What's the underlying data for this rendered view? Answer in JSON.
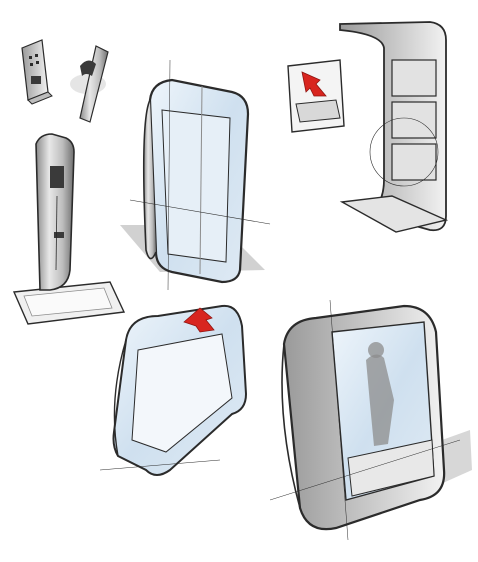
{
  "sketch": {
    "colors": {
      "paper": "#ffffff",
      "line": "#2b2b2b",
      "shade": "#8c8c8c",
      "shadow": "#bdbdbd",
      "glass": "#cfe0ef",
      "glass_highlight": "#eef5fb",
      "accent_arrow": "#d8251f",
      "screen": "#3a3a3a"
    },
    "items": [
      {
        "name": "handset-unit",
        "icon": "handset-icon"
      },
      {
        "name": "handshower-unit",
        "icon": "shower-head-icon"
      },
      {
        "name": "freestanding-glass-cabin",
        "icon": "cabin-icon"
      },
      {
        "name": "wall-shelf-detail",
        "icon": "arrow-icon"
      },
      {
        "name": "curved-shelf-column",
        "icon": "shelf-icon"
      },
      {
        "name": "tower-shower-with-tray",
        "icon": "tower-icon"
      },
      {
        "name": "curved-enclosure-with-arrow",
        "icon": "enclosure-icon"
      },
      {
        "name": "occupied-shower-cabin",
        "icon": "cabin-icon"
      }
    ]
  }
}
